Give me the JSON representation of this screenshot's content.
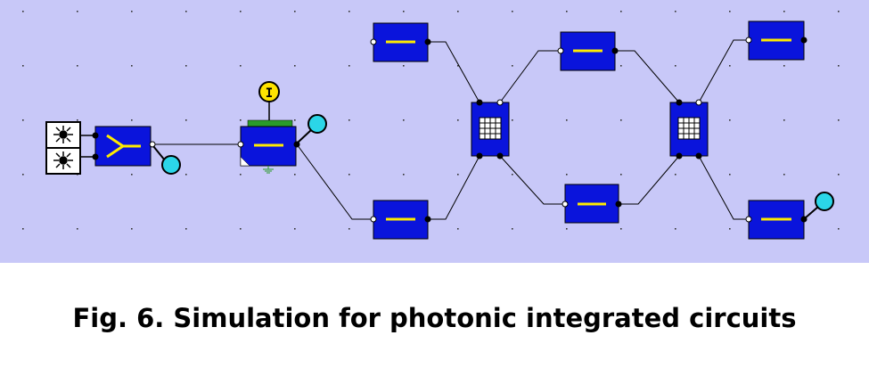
{
  "caption": "Fig. 6. Simulation for photonic integrated circuits",
  "schematic": {
    "background_color": "#c8c8f8",
    "component_color": "#0a14dc",
    "waveguide_symbol_color": "#ffeb00",
    "probe_color": "#2bd6e8",
    "electrode_color": "#2a9a2a",
    "current_source_color": "#ffe400",
    "current_source_label": "I",
    "components": [
      {
        "id": "source-array",
        "kind": "laser-sources",
        "icon": "starburst-icon"
      },
      {
        "id": "y-splitter",
        "kind": "y-junction",
        "icon": "y-branch-icon"
      },
      {
        "id": "phase-modulator",
        "kind": "modulator",
        "icon": "waveguide-icon"
      },
      {
        "id": "wg-top-left",
        "kind": "waveguide",
        "icon": "waveguide-icon"
      },
      {
        "id": "wg-bottom-left",
        "kind": "waveguide",
        "icon": "waveguide-icon"
      },
      {
        "id": "coupler-1",
        "kind": "directional-coupler",
        "icon": "grid-icon"
      },
      {
        "id": "wg-top-mid",
        "kind": "waveguide",
        "icon": "waveguide-icon"
      },
      {
        "id": "wg-bottom-mid",
        "kind": "waveguide",
        "icon": "waveguide-icon"
      },
      {
        "id": "coupler-2",
        "kind": "directional-coupler",
        "icon": "grid-icon"
      },
      {
        "id": "wg-top-right",
        "kind": "waveguide",
        "icon": "waveguide-icon"
      },
      {
        "id": "wg-bottom-right",
        "kind": "waveguide",
        "icon": "waveguide-icon"
      }
    ],
    "probes": [
      "probe-splitter",
      "probe-modulator",
      "probe-output"
    ]
  }
}
